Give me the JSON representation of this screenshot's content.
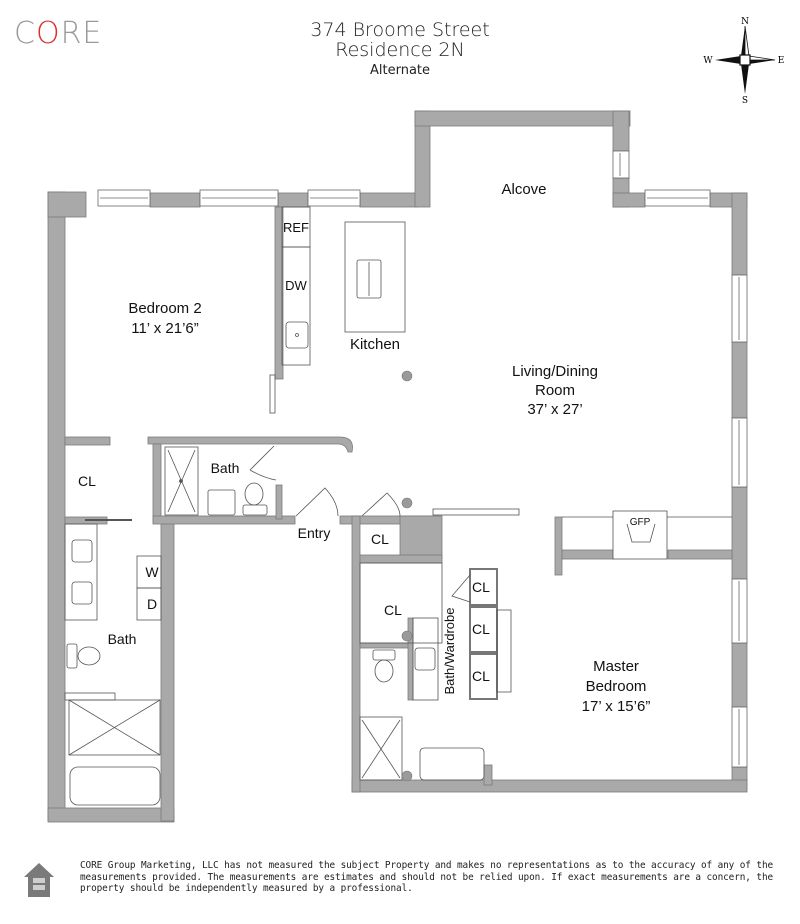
{
  "brand": {
    "logo_prefix": "C",
    "logo_accent": "O",
    "logo_suffix": "RE",
    "accent_color": "#d9322a",
    "logo_color": "#9a9a9a"
  },
  "header": {
    "address": "374 Broome Street",
    "unit": "Residence 2N",
    "subtitle": "Alternate"
  },
  "compass": {
    "north": "N",
    "south": "S",
    "east": "E",
    "west": "W"
  },
  "rooms": {
    "bedroom2": {
      "name": "Bedroom 2",
      "size": "11’ x 21’6”"
    },
    "kitchen": {
      "name": "Kitchen",
      "ref": "REF",
      "dw": "DW"
    },
    "alcove": {
      "name": "Alcove"
    },
    "living": {
      "name_line1": "Living/Dining",
      "name_line2": "Room",
      "size": "37’ x 27’"
    },
    "closet_left": {
      "name": "CL"
    },
    "bath_upper": {
      "name": "Bath"
    },
    "entry": {
      "name": "Entry"
    },
    "bath_left": {
      "name": "Bath",
      "washer": "W",
      "dryer": "D"
    },
    "entry_closet": {
      "name": "CL"
    },
    "master_closet": {
      "name": "CL"
    },
    "bath_wardrobe": {
      "name": "Bath/Wardrobe",
      "closets": [
        "CL",
        "CL",
        "CL"
      ]
    },
    "fireplace": {
      "name": "GFP"
    },
    "master": {
      "name_line1": "Master",
      "name_line2": "Bedroom",
      "size": "17’ x 15’6”"
    }
  },
  "colors": {
    "wall": "#a9a9a9",
    "wall_stroke": "#6f6f6f",
    "fixture_stroke": "#555555"
  },
  "footer": {
    "icon": "equal-housing-icon",
    "disclaimer": "CORE Group Marketing, LLC has not measured the subject Property and makes no representations as to the accuracy of any of the measurements provided. The measurements are estimates and should not be relied upon. If exact measurements are a concern, the property should be independently measured by a professional."
  }
}
